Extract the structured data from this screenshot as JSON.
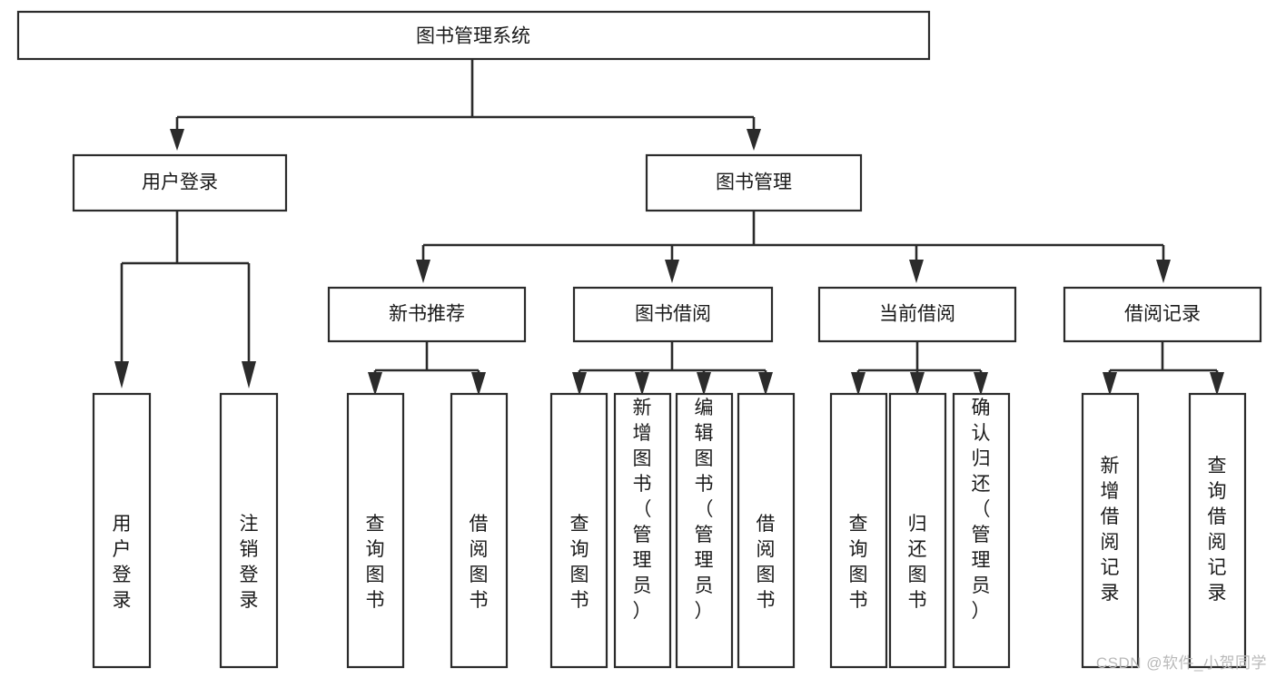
{
  "diagram": {
    "type": "tree-hierarchy",
    "title": "图书管理系统",
    "watermark": "CSDN @软件_小贺同学",
    "colors": {
      "box_stroke": "#2b2b2b",
      "box_fill": "#ffffff",
      "connector": "#2b2b2b",
      "label_text": "#1a1a1a",
      "watermark_text": "#b9b9b9",
      "background": "#ffffff"
    },
    "root": {
      "label": "图书管理系统",
      "orientation": "horizontal"
    },
    "level2": [
      {
        "label": "用户登录",
        "orientation": "horizontal"
      },
      {
        "label": "图书管理",
        "orientation": "horizontal"
      }
    ],
    "level3": [
      {
        "label": "新书推荐",
        "orientation": "horizontal",
        "parent": "图书管理"
      },
      {
        "label": "图书借阅",
        "orientation": "horizontal",
        "parent": "图书管理"
      },
      {
        "label": "当前借阅",
        "orientation": "horizontal",
        "parent": "图书管理"
      },
      {
        "label": "借阅记录",
        "orientation": "horizontal",
        "parent": "图书管理"
      }
    ],
    "groups": [
      {
        "parent": "用户登录",
        "leaves": [
          {
            "label": "用户登录",
            "orientation": "vertical"
          },
          {
            "label": "注销登录",
            "orientation": "vertical"
          }
        ]
      },
      {
        "parent": "新书推荐",
        "leaves": [
          {
            "label": "查询图书",
            "orientation": "vertical"
          },
          {
            "label": "借阅图书",
            "orientation": "vertical"
          }
        ]
      },
      {
        "parent": "图书借阅",
        "leaves": [
          {
            "label": "查询图书",
            "orientation": "vertical"
          },
          {
            "label": "新增图书（管理员）",
            "orientation": "vertical"
          },
          {
            "label": "编辑图书（管理员）",
            "orientation": "vertical"
          },
          {
            "label": "借阅图书",
            "orientation": "vertical"
          }
        ]
      },
      {
        "parent": "当前借阅",
        "leaves": [
          {
            "label": "查询图书",
            "orientation": "vertical"
          },
          {
            "label": "归还图书",
            "orientation": "vertical"
          },
          {
            "label": "确认归还（管理员）",
            "orientation": "vertical"
          }
        ]
      },
      {
        "parent": "借阅记录",
        "leaves": [
          {
            "label": "新增借阅记录",
            "orientation": "vertical"
          },
          {
            "label": "查询借阅记录",
            "orientation": "vertical"
          }
        ]
      }
    ]
  }
}
